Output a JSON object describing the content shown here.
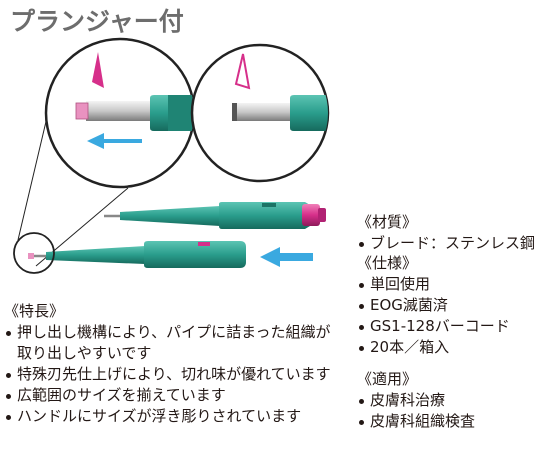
{
  "title": "プランジャー付",
  "features": {
    "heading": "《特長》",
    "items": [
      {
        "line1": "押し出し機構により、パイプに詰まった組織が",
        "line2": "取り出しやすいです"
      },
      {
        "line1": "特殊刃先仕上げにより、切れ味が優れています",
        "line2": ""
      },
      {
        "line1": "広範囲のサイズを揃えています",
        "line2": ""
      },
      {
        "line1": "ハンドルにサイズが浮き彫りされています",
        "line2": ""
      }
    ]
  },
  "materials": {
    "heading": "《材質》",
    "items": [
      "ブレード：ステンレス鋼"
    ]
  },
  "specs": {
    "heading": "《仕様》",
    "items": [
      "単回使用",
      "EOG滅菌済",
      "GS1-128バーコード",
      "20本／箱入"
    ]
  },
  "uses": {
    "heading": "《適用》",
    "items": [
      "皮膚科治療",
      "皮膚科組織検査"
    ]
  },
  "colors": {
    "handle": "#2a9d8c",
    "handle_dark": "#1c7466",
    "plunger_tip": "#d62f8a",
    "arrow": "#3aa9e0",
    "circle_stroke": "#222222"
  }
}
